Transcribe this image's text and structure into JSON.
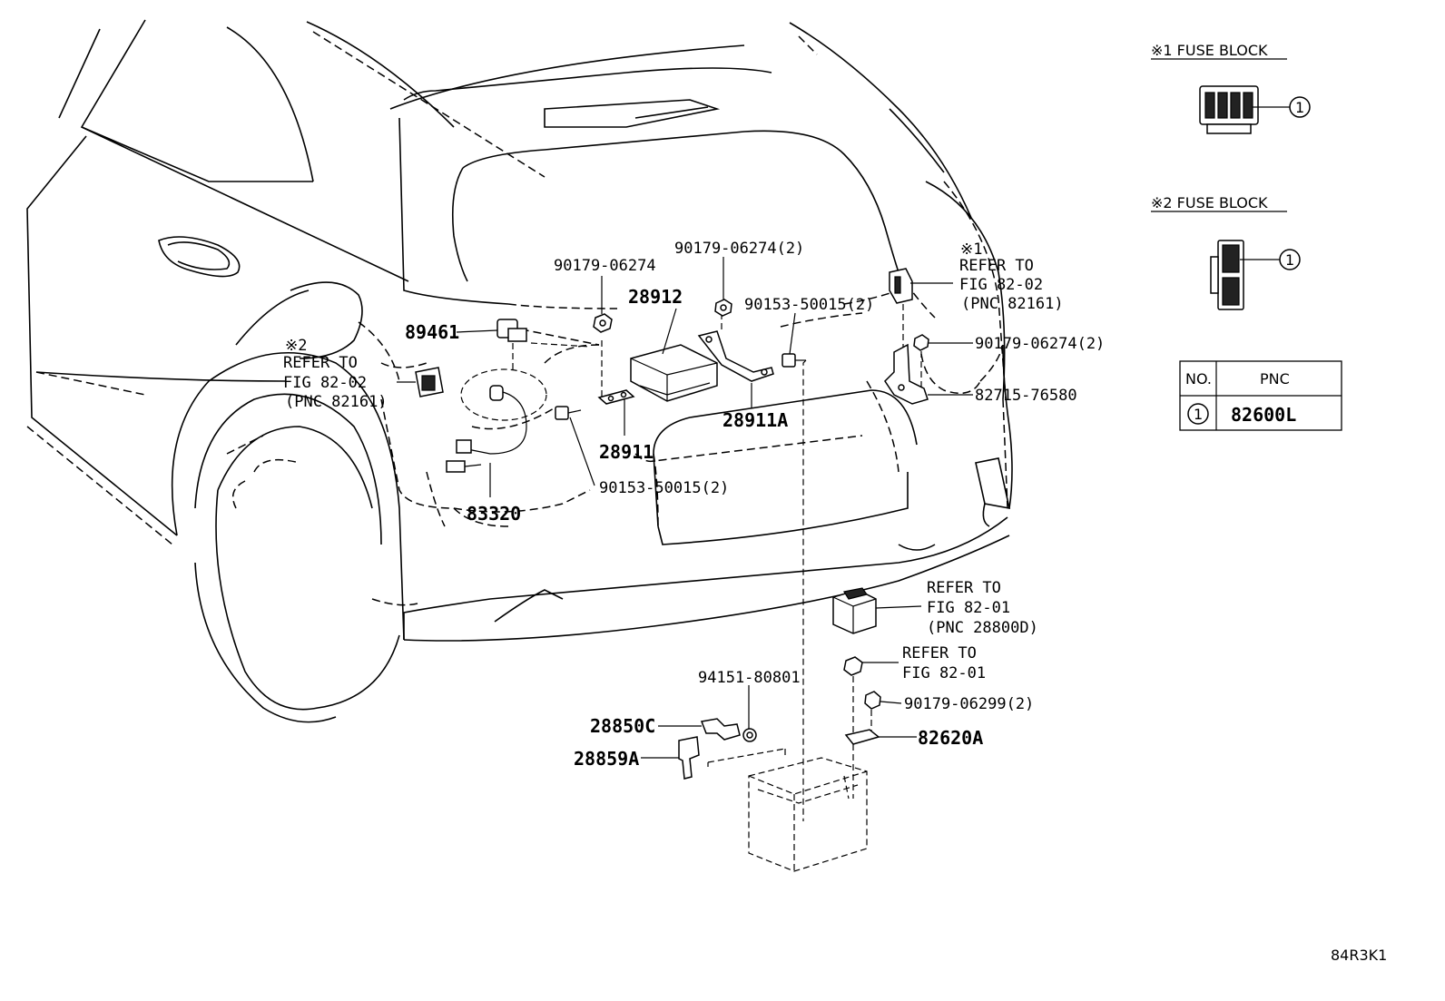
{
  "parts": {
    "p90179_06274_a": "90179-06274",
    "p90179_06274_2_top": "90179-06274(2)",
    "p28912": "28912",
    "p90153_50015_2_top": "90153-50015(2)",
    "p89461": "89461",
    "p28911": "28911",
    "p28911A": "28911A",
    "p90153_50015_2_low": "90153-50015(2)",
    "p83320": "83320",
    "p90179_06274_2_right": "90179-06274(2)",
    "p82715_76580": "82715-76580",
    "p94151_80801": "94151-80801",
    "p28850C": "28850C",
    "p28859A": "28859A",
    "p90179_06299_2": "90179-06299(2)",
    "p82620A": "82620A"
  },
  "refs": {
    "left": {
      "mark": "※2",
      "line1": "REFER TO",
      "line2": "FIG 82-02",
      "line3": "(PNC 82161)"
    },
    "right": {
      "mark": "※1",
      "line1": "REFER TO",
      "line2": "FIG 82-02",
      "line3": "(PNC 82161)"
    },
    "bottom_a": {
      "line1": "REFER TO",
      "line2": "FIG 82-01",
      "line3": "(PNC 28800D)"
    },
    "bottom_b": {
      "line1": "REFER TO",
      "line2": "FIG 82-01"
    }
  },
  "fuse_blocks": [
    {
      "title": "※1 FUSE BLOCK",
      "callout": "1"
    },
    {
      "title": "※2 FUSE BLOCK",
      "callout": "1"
    }
  ],
  "table": {
    "headers": [
      "NO.",
      "PNC"
    ],
    "rows": [
      {
        "no": "1",
        "pnc": "82600L"
      }
    ]
  },
  "figure_code": "84R3K1"
}
